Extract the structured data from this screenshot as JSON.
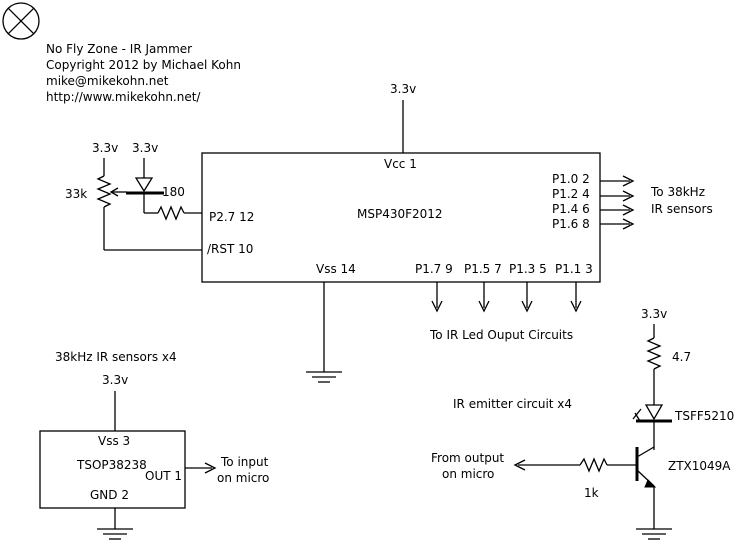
{
  "header": {
    "line1": "No Fly Zone - IR Jammer",
    "line2": "Copyright 2012 by Michael Kohn",
    "line3": "mike@mikekohn.net",
    "line4": "http://www.mikekohn.net/"
  },
  "mcu": {
    "supply": "3.3v",
    "vcc": "Vcc 1",
    "name": "MSP430F2012",
    "vss": "Vss 14",
    "p27": "P2.7 12",
    "rst": "/RST 10",
    "p10": "P1.0 2",
    "p12": "P1.2 4",
    "p14": "P1.4 6",
    "p16": "P1.6 8",
    "p17": "P1.7 9",
    "p15": "P1.5 7",
    "p13": "P1.3 5",
    "p11": "P1.1 3"
  },
  "input_section": {
    "supply_pot": "3.3v",
    "supply_led": "3.3v",
    "pot": "33k",
    "resistor": "180"
  },
  "labels": {
    "to_sensors_1": "To 38kHz",
    "to_sensors_2": "IR sensors",
    "to_output": "To IR Led Ouput Circuits"
  },
  "sensor": {
    "title": "38kHz IR sensors x4",
    "supply": "3.3v",
    "vss": "Vss 3",
    "part": "TSOP38238",
    "out": "OUT 1",
    "gnd": "GND 2",
    "to_input_1": "To input",
    "to_input_2": "on micro"
  },
  "emitter": {
    "title": "IR emitter circuit x4",
    "supply": "3.3v",
    "resistor": "4.7",
    "led": "TSFF5210",
    "transistor": "ZTX1049A",
    "base_resistor": "1k",
    "from_1": "From output",
    "from_2": "on micro"
  }
}
